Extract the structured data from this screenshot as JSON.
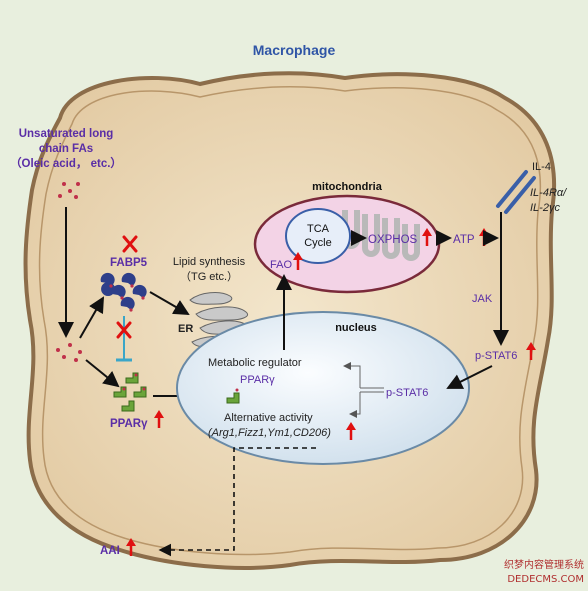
{
  "title": "Macrophage",
  "fatty_acids": {
    "line1": "Unsaturated long",
    "line2": "chain FAs",
    "line3": "（Oleic acid， etc.）"
  },
  "fabp5": "FABP5",
  "ppar_left": "PPARγ",
  "lipid": {
    "line1": "Lipid synthesis",
    "line2": "（TG etc.）"
  },
  "er": "ER",
  "mitochondria": "mitochondria",
  "tca": {
    "line1": "TCA",
    "line2": "Cycle"
  },
  "oxphos": "OXPHOS",
  "atp": "ATP",
  "fao": "FAO",
  "il4": "IL-4",
  "receptor": {
    "line1": "IL-4Rα/",
    "line2": "IL-2γc"
  },
  "jak": "JAK",
  "pstat6_out": "p-STAT6",
  "nucleus": "nucleus",
  "metabolic_regulator": "Metabolic regulator",
  "ppar_nucleus": "PPARγ",
  "pstat6_in": "p-STAT6",
  "alternative": {
    "line1": "Alternative activity",
    "line2": "(Arg1,Fizz1,Ym1,CD206)"
  },
  "aai": "AAI",
  "watermark": {
    "line1": "织梦内容管理系统",
    "line2": "DEDECMS.COM"
  },
  "colors": {
    "background": "#e8efde",
    "cell_fill": "#ead8b8",
    "cell_stroke": "#8c6d4a",
    "nucleus_fill": "#e6eef5",
    "mito_fill": "#f3d3e6",
    "mito_stroke": "#7a2a3a",
    "blue_text": "#2f55a6",
    "purple_text": "#5a2ea6",
    "red_arrow": "#e01010",
    "receptor": "#3a5fa8",
    "fabp5_icon": "#2e3f8a",
    "ppar_icon": "#4f8a2a"
  }
}
